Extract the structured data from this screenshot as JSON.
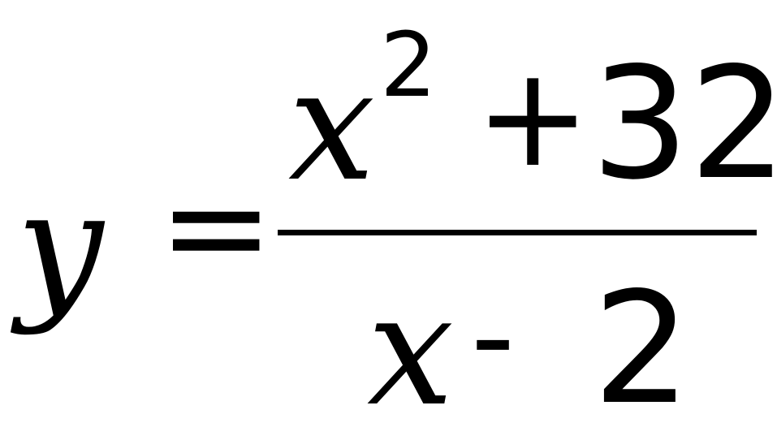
{
  "equation": {
    "lhs": {
      "variable": "y",
      "operator": "="
    },
    "numerator": {
      "variable": "x",
      "exponent": "2",
      "operator": "+",
      "constant": "32"
    },
    "denominator": {
      "variable": "x",
      "operator": "-",
      "constant": "2"
    }
  }
}
